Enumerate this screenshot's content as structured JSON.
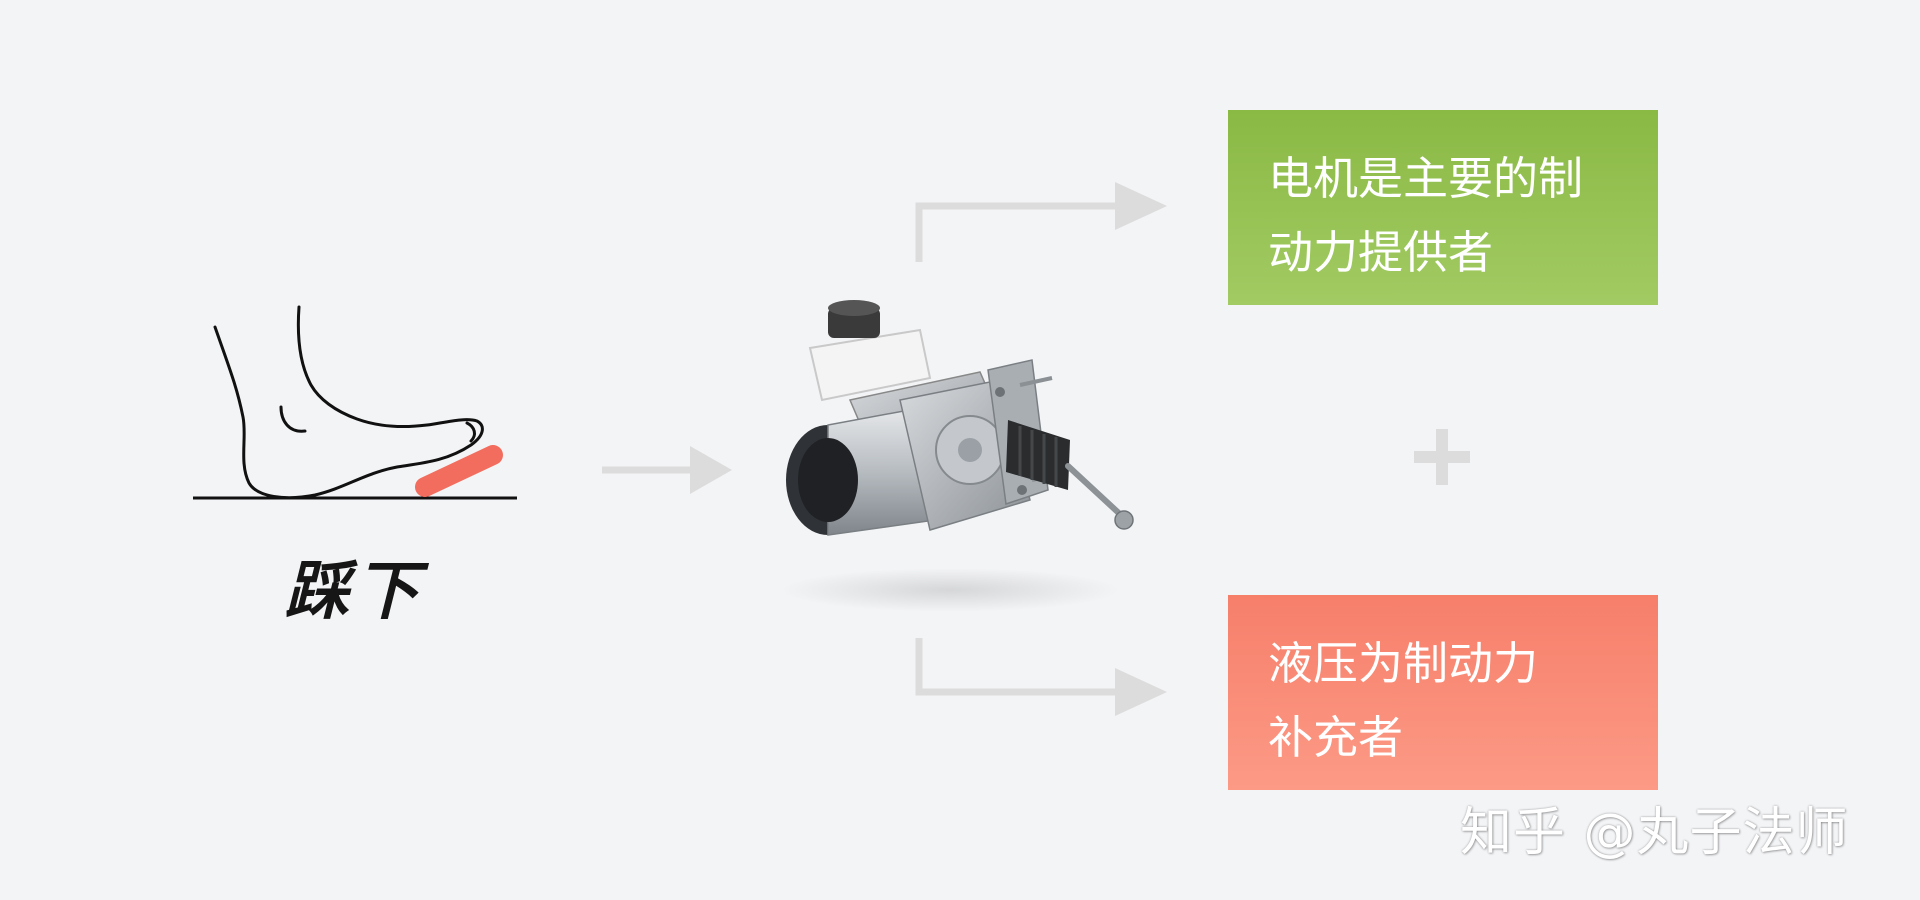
{
  "foot": {
    "label": "踩下"
  },
  "motor_box": {
    "line1": "电机是主要的制",
    "line2": "动力提供者",
    "color": "#93c251"
  },
  "hydraulic_box": {
    "line1": "液压为制动力",
    "line2": "补充者",
    "color": "#f88c77"
  },
  "plus": {
    "symbol": "+"
  },
  "pedal_color": "#f26d5d",
  "arrow_color": "#dcdcdc",
  "watermark": {
    "text": "知乎 @丸子法师"
  },
  "icons": [
    "foot-pedal-icon",
    "arrow-right-icon",
    "booster-device-icon",
    "plus-icon"
  ]
}
